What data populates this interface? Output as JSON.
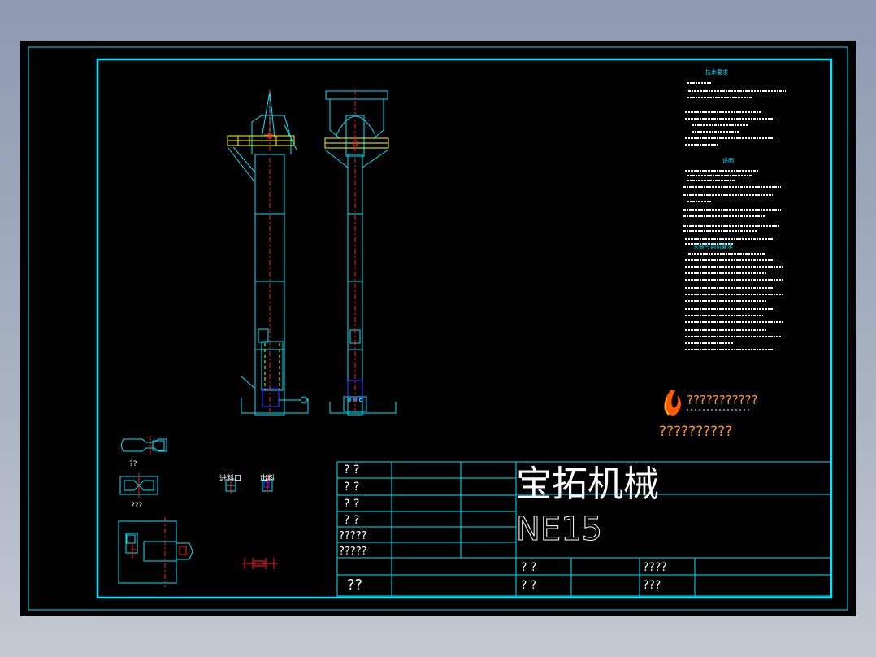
{
  "title_block": {
    "company": "宝拓机械",
    "model": "NE15",
    "cells_left": [
      "? ?",
      "? ?",
      "? ?",
      "? ?",
      "?????",
      "?????",
      "??"
    ],
    "cells_bottom": [
      "? ?",
      "? ?"
    ],
    "cells_right": [
      "????",
      "???"
    ]
  },
  "logo": {
    "name": "???????????",
    "subtitle": "??????????",
    "accent_color": "#ff6a00"
  },
  "views": {
    "label_small_1": "??",
    "label_small_2": "???",
    "label_a": "进料口",
    "label_b": "出料"
  },
  "notes": {
    "heading_1": "技术要求",
    "heading_2": "说明",
    "heading_3": "安装与调试要求"
  },
  "colors": {
    "frame": "#00e5ff",
    "centerline": "#ff2020",
    "highlight": "#ffff00",
    "background": "#000000"
  }
}
